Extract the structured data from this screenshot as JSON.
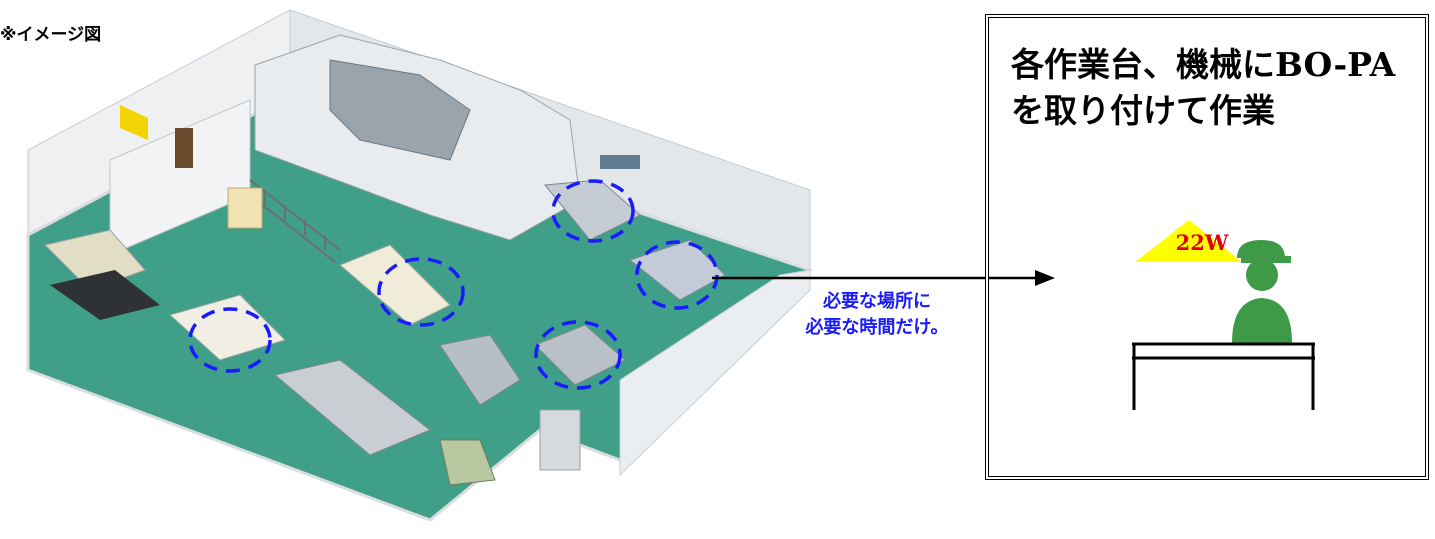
{
  "image_note": "※イメージ図",
  "callout": {
    "line1": "必要な場所に",
    "line2": "必要な時間だけ。"
  },
  "panel": {
    "title_line1": "各作業台、機械にBO-PA",
    "title_line2": "を取り付けて作業",
    "lamp_label": "22W"
  },
  "colors": {
    "floor": "#3f9f88",
    "marker": "#1a1aff",
    "lamp": "#ffff00",
    "lamp_label": "#e00000",
    "worker": "#3f9a48"
  }
}
